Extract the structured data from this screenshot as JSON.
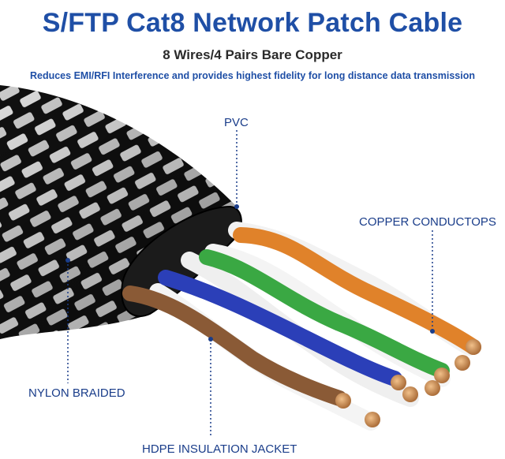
{
  "header": {
    "title": "S/FTP Cat8 Network Patch Cable",
    "subtitle": "8 Wires/4 Pairs Bare Copper",
    "tagline": "Reduces EMI/RFI Interference and provides highest fidelity for long distance data transmission"
  },
  "callouts": {
    "pvc": "PVC",
    "copper": "COPPER CONDUCTOPS",
    "nylon": "NYLON BRAIDED",
    "hdpe": "HDPE INSULATION JACKET"
  },
  "colors": {
    "title": "#1f4fa6",
    "callout": "#1a3d8a",
    "wire_orange": "#e0822a",
    "wire_green": "#3aa843",
    "wire_blue": "#2b3fb8",
    "wire_brown": "#8a5a36",
    "copper": "#c9834a"
  },
  "icons": [
    "braided-cable-illustration",
    "twisted-pair-wires-illustration"
  ]
}
